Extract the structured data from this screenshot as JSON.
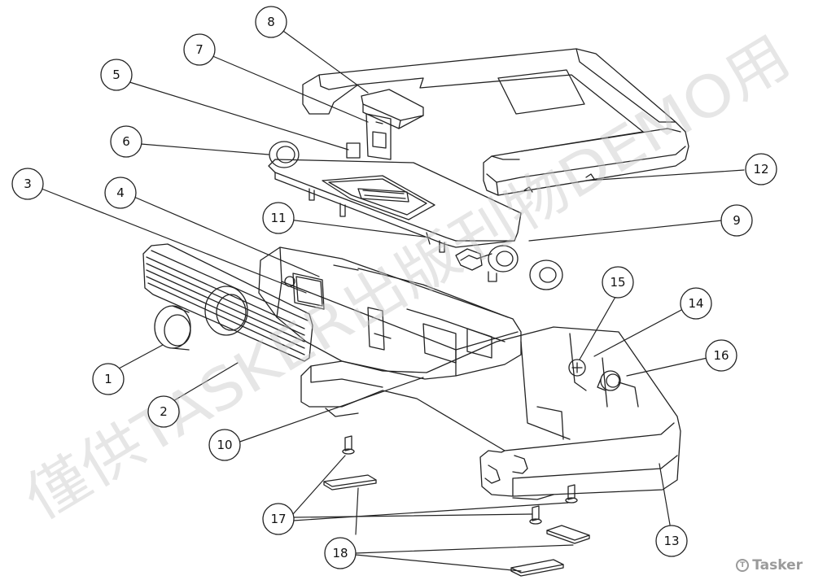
{
  "callouts": [
    {
      "id": "1",
      "label": "1"
    },
    {
      "id": "2",
      "label": "2"
    },
    {
      "id": "3",
      "label": "3"
    },
    {
      "id": "4",
      "label": "4"
    },
    {
      "id": "5",
      "label": "5"
    },
    {
      "id": "6",
      "label": "6"
    },
    {
      "id": "7",
      "label": "7"
    },
    {
      "id": "8",
      "label": "8"
    },
    {
      "id": "9",
      "label": "9"
    },
    {
      "id": "10",
      "label": "10"
    },
    {
      "id": "11",
      "label": "11"
    },
    {
      "id": "12",
      "label": "12"
    },
    {
      "id": "13",
      "label": "13"
    },
    {
      "id": "14",
      "label": "14"
    },
    {
      "id": "15",
      "label": "15"
    },
    {
      "id": "16",
      "label": "16"
    },
    {
      "id": "17",
      "label": "17"
    },
    {
      "id": "18",
      "label": "18"
    }
  ],
  "watermark": {
    "text": "僅供TASKER出版刊物DEMO用"
  },
  "brand": {
    "name": "Tasker",
    "logo_glyph": "T"
  }
}
